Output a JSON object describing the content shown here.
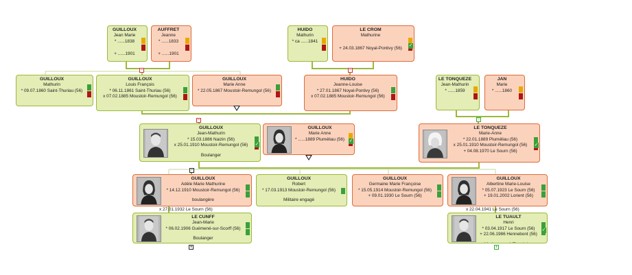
{
  "persons": {
    "guilloux_jean_marie": {
      "surname": "GUILLOUX",
      "given": "Jean Marie",
      "lines": [
        "* ......1838",
        "+ ......1901"
      ],
      "sex": "m",
      "bars": [
        "orange",
        "red"
      ]
    },
    "auffret_jeanne": {
      "surname": "AUFFRET",
      "given": "Jeanne",
      "lines": [
        "* ......1833",
        "+ ......1901"
      ],
      "sex": "f",
      "bars": [
        "orange",
        "red"
      ]
    },
    "huido_mathurin": {
      "surname": "HUIDO",
      "given": "Mathurin",
      "lines": [
        "* ca ......1841"
      ],
      "sex": "m",
      "bars": [
        "orange",
        "red"
      ]
    },
    "le_crom_mathurine": {
      "surname": "LE CROM",
      "given": "Mathurine",
      "lines": [
        "+ 24.03.1867 Noyal-Pontivy (56)"
      ],
      "sex": "f",
      "bars": [
        "orange",
        "red"
      ],
      "check": true
    },
    "guilloux_mathurin": {
      "surname": "GUILLOUX",
      "given": "Mathurin",
      "lines": [
        "* 09.07.1860 Saint-Thuriau (56)"
      ],
      "sex": "m",
      "bars": [
        "green",
        "red"
      ]
    },
    "guilloux_louis_francois": {
      "surname": "GUILLOUX",
      "given": "Louis François",
      "lines": [
        "* 06.11.1861 Saint-Thuriau (56)",
        "x 07.02.1885 Moustoir-Remungol (56)"
      ],
      "sex": "m",
      "bars": [
        "green",
        "red"
      ]
    },
    "guilloux_marie_anne_1867": {
      "surname": "GUILLOUX",
      "given": "Marie Anne",
      "lines": [
        "* 22.05.1867 Moustoir-Remungol (56)"
      ],
      "sex": "f",
      "bars": [
        "green",
        "red"
      ]
    },
    "huido_jeanne_louise": {
      "surname": "HUIDO",
      "given": "Jeanne-Louise",
      "lines": [
        "* 27.01.1867 Noyal-Pontivy (56)",
        "x 07.02.1885 Moustoir-Remungol (56)"
      ],
      "sex": "f",
      "bars": [
        "green",
        "red"
      ]
    },
    "le_tonqueze_jean_mathurin": {
      "surname": "LE TONQUEZE",
      "given": "Jean-Mathurin",
      "lines": [
        "* ......1859"
      ],
      "sex": "m",
      "bars": [
        "orange",
        "red"
      ]
    },
    "jan_marie": {
      "surname": "JAN",
      "given": "Marie",
      "lines": [
        "* ......1860"
      ],
      "sex": "f",
      "bars": [
        "orange",
        "red"
      ]
    },
    "guilloux_jean_mathurin": {
      "surname": "GUILLOUX",
      "given": "Jean-Mathurin",
      "lines": [
        "* 15.03.1886 Naizin (56)",
        "x 25.01.1910 Moustoir-Remungol (56)"
      ],
      "occupation": "Boulanger",
      "sex": "m",
      "bars": [
        "green",
        "red"
      ],
      "check": true,
      "photo": "man"
    },
    "guilloux_marie_anne_1889": {
      "surname": "GUILLOUX",
      "given": "Marie Anne",
      "lines": [
        "* ......1889 Pluméliau (56)"
      ],
      "sex": "f",
      "bars": [
        "orange",
        "red"
      ],
      "check": true,
      "photo": "woman"
    },
    "le_tonqueze_marie_anne": {
      "surname": "LE TONQUEZE",
      "given": "Marie-Anne",
      "lines": [
        "* 22.01.1889 Pluméliau (56)",
        "x 25.01.1910 Moustoir-Remungol (56)",
        "+ 04.08.1970 Le Sourn (56)"
      ],
      "sex": "f",
      "bars": [
        "green",
        "red"
      ],
      "check": true,
      "photo": "oldwoman"
    },
    "guilloux_adele": {
      "surname": "GUILLOUX",
      "given": "Adèle Marie Mathurine",
      "lines": [
        "* 14.12.1910 Moustoir-Remungol (56)"
      ],
      "occupation": "boulangère",
      "sex": "f",
      "bars": [
        "green",
        "green"
      ],
      "photo": "woman"
    },
    "guilloux_robert": {
      "surname": "GUILLOUX",
      "given": "Robert",
      "lines": [
        "* 17.03.1913 Moustoir-Remungol (56)"
      ],
      "occupation": "Militaire engagé",
      "sex": "m",
      "bars": [
        "green"
      ]
    },
    "guilloux_germaine": {
      "surname": "GUILLOUX",
      "given": "Germaine Marie Françoise",
      "lines": [
        "* 15.05.1914 Moustoir-Remungol (56)",
        "+ 09.01.1930 Le Sourn (56)"
      ],
      "sex": "f",
      "bars": [
        "green",
        "green"
      ]
    },
    "guilloux_albertine": {
      "surname": "GUILLOUX",
      "given": "Albertine Marie-Louise",
      "lines": [
        "* 05.07.1923 Le Sourn (56)",
        "+ 19.01.2002 Lorient (56)"
      ],
      "sex": "f",
      "bars": [
        "green",
        "green"
      ],
      "photo": "woman"
    },
    "le_cunff_jean_marie": {
      "surname": "LE CUNFF",
      "given": "Jean-Marie",
      "lines": [
        "* 06.02.1906 Guémené-sur-Scorff (56)"
      ],
      "occupation": "Boulanger",
      "sex": "m",
      "bars": [
        "green",
        "green"
      ],
      "photo": "man"
    },
    "le_tuault_henri": {
      "surname": "LE TUAULT",
      "given": "Henri",
      "lines": [
        "* 03.04.1917 Le Sourn (56)",
        "+ 22.06.1986 Hennebont (56)"
      ],
      "occupation": "Marin engagé Electricien",
      "sex": "m",
      "bars": [
        "green",
        "green"
      ],
      "check": true,
      "photo": "man"
    }
  },
  "marriage_labels": {
    "adele_cunff": "x 27.01.1932 Le Sourn (56)",
    "albertine_tuault": "x 22.04.1941 Le Sourn (56)"
  },
  "markers": {
    "collapse": "−",
    "expand": "+"
  },
  "icons": {
    "collapse_marker": "minus-square-icon",
    "expand_marker": "plus-square-icon",
    "more_triangle": "triangle-down-icon",
    "verified": "check-icon"
  },
  "colors": {
    "male_fill": "#e3edb5",
    "male_border": "#9bb83a",
    "female_fill": "#fbd3bd",
    "female_border": "#dd6a3a",
    "connector": "#9bb83a",
    "bar_green": "#3aa13a",
    "bar_red": "#b01515",
    "bar_orange": "#e8a800"
  }
}
